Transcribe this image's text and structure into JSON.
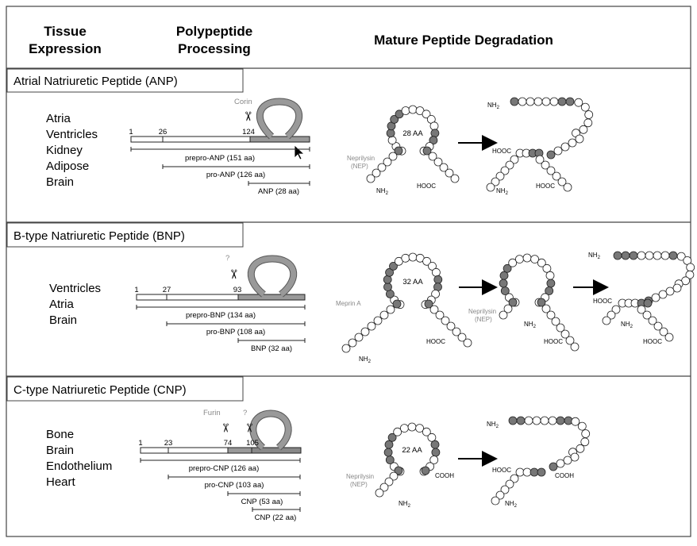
{
  "headers": {
    "tissue": [
      "Tissue",
      "Expression"
    ],
    "processing": [
      "Polypeptide",
      "Processing"
    ],
    "degradation": "Mature Peptide Degradation"
  },
  "sections": [
    {
      "id": "anp",
      "title": "Atrial Natriuretic Peptide (ANP)",
      "tissues": [
        "Atria",
        "Ventricles",
        "Kidney",
        "Adipose",
        "Brain"
      ],
      "enzyme_label": "Corin",
      "positions": [
        "1",
        "26",
        "124"
      ],
      "bars": [
        "prepro-ANP (151 aa)",
        "pro-ANP (126 aa)",
        "ANP (28 aa)"
      ],
      "ring_label": "28 AA",
      "degrade_enzyme": [
        "Neprilysin",
        "(NEP)"
      ]
    },
    {
      "id": "bnp",
      "title": "B-type Natriuretic Peptide (BNP)",
      "tissues": [
        "Ventricles",
        "Atria",
        "Brain"
      ],
      "enzyme_label": "?",
      "positions": [
        "1",
        "27",
        "93"
      ],
      "bars": [
        "prepro-BNP (134 aa)",
        "pro-BNP (108 aa)",
        "BNP (32 aa)"
      ],
      "ring_label": "32 AA",
      "degrade_enzyme_1": "Meprin A",
      "degrade_enzyme_2": [
        "Neprilysin",
        "(NEP)"
      ]
    },
    {
      "id": "cnp",
      "title": "C-type Natriuretic Peptide (CNP)",
      "tissues": [
        "Bone",
        "Brain",
        "Endothelium",
        "Heart"
      ],
      "enzyme_labels": [
        "Furin",
        "?"
      ],
      "positions": [
        "1",
        "23",
        "74",
        "105"
      ],
      "bars": [
        "prepro-CNP (126 aa)",
        "pro-CNP (103 aa)",
        "CNP (53 aa)",
        "CNP (22 aa)"
      ],
      "ring_label": "22 AA",
      "degrade_enzyme": [
        "Neprilysin",
        "(NEP)"
      ]
    }
  ],
  "chem": {
    "nh2": "NH",
    "sub2": "2",
    "hooc": "HOOC",
    "cooh": "COOH"
  }
}
